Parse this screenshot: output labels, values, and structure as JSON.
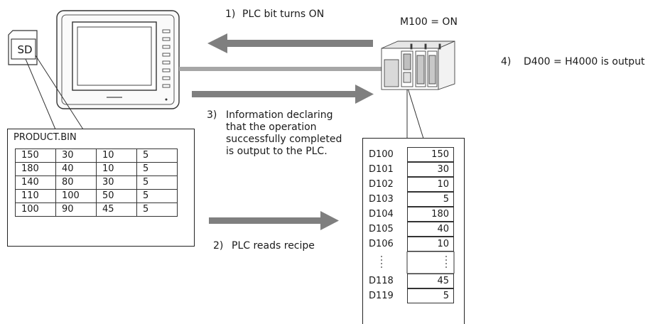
{
  "steps": {
    "step1_num": "1)",
    "step1_text": "PLC bit turns ON",
    "step2_num": "2)",
    "step2_text": "PLC reads recipe",
    "step3_num": "3)",
    "step3_text": "Information declaring that the operation successfully completed is output to the PLC.",
    "step4_num": "4)",
    "step4_text": "D400 = H4000 is output"
  },
  "plc": {
    "bit_label": "M100 = ON"
  },
  "sd_card": {
    "label": "SD"
  },
  "recipe_file": {
    "title": "PRODUCT.BIN",
    "rows": [
      [
        "150",
        "30",
        "10",
        "5"
      ],
      [
        "180",
        "40",
        "10",
        "5"
      ],
      [
        "140",
        "80",
        "30",
        "5"
      ],
      [
        "110",
        "100",
        "50",
        "5"
      ],
      [
        "100",
        "90",
        "45",
        "5"
      ]
    ]
  },
  "registers": [
    {
      "name": "D100",
      "value": "150"
    },
    {
      "name": "D101",
      "value": "30"
    },
    {
      "name": "D102",
      "value": "10"
    },
    {
      "name": "D103",
      "value": "5"
    },
    {
      "name": "D104",
      "value": "180"
    },
    {
      "name": "D105",
      "value": "40"
    },
    {
      "name": "D106",
      "value": "10"
    },
    {
      "name": "",
      "value": ""
    },
    {
      "name": "D118",
      "value": "45"
    },
    {
      "name": "D119",
      "value": "5"
    }
  ],
  "colors": {
    "arrow": "#7f7f7f",
    "cable": "#a6a6a6",
    "frame": "#222222"
  }
}
